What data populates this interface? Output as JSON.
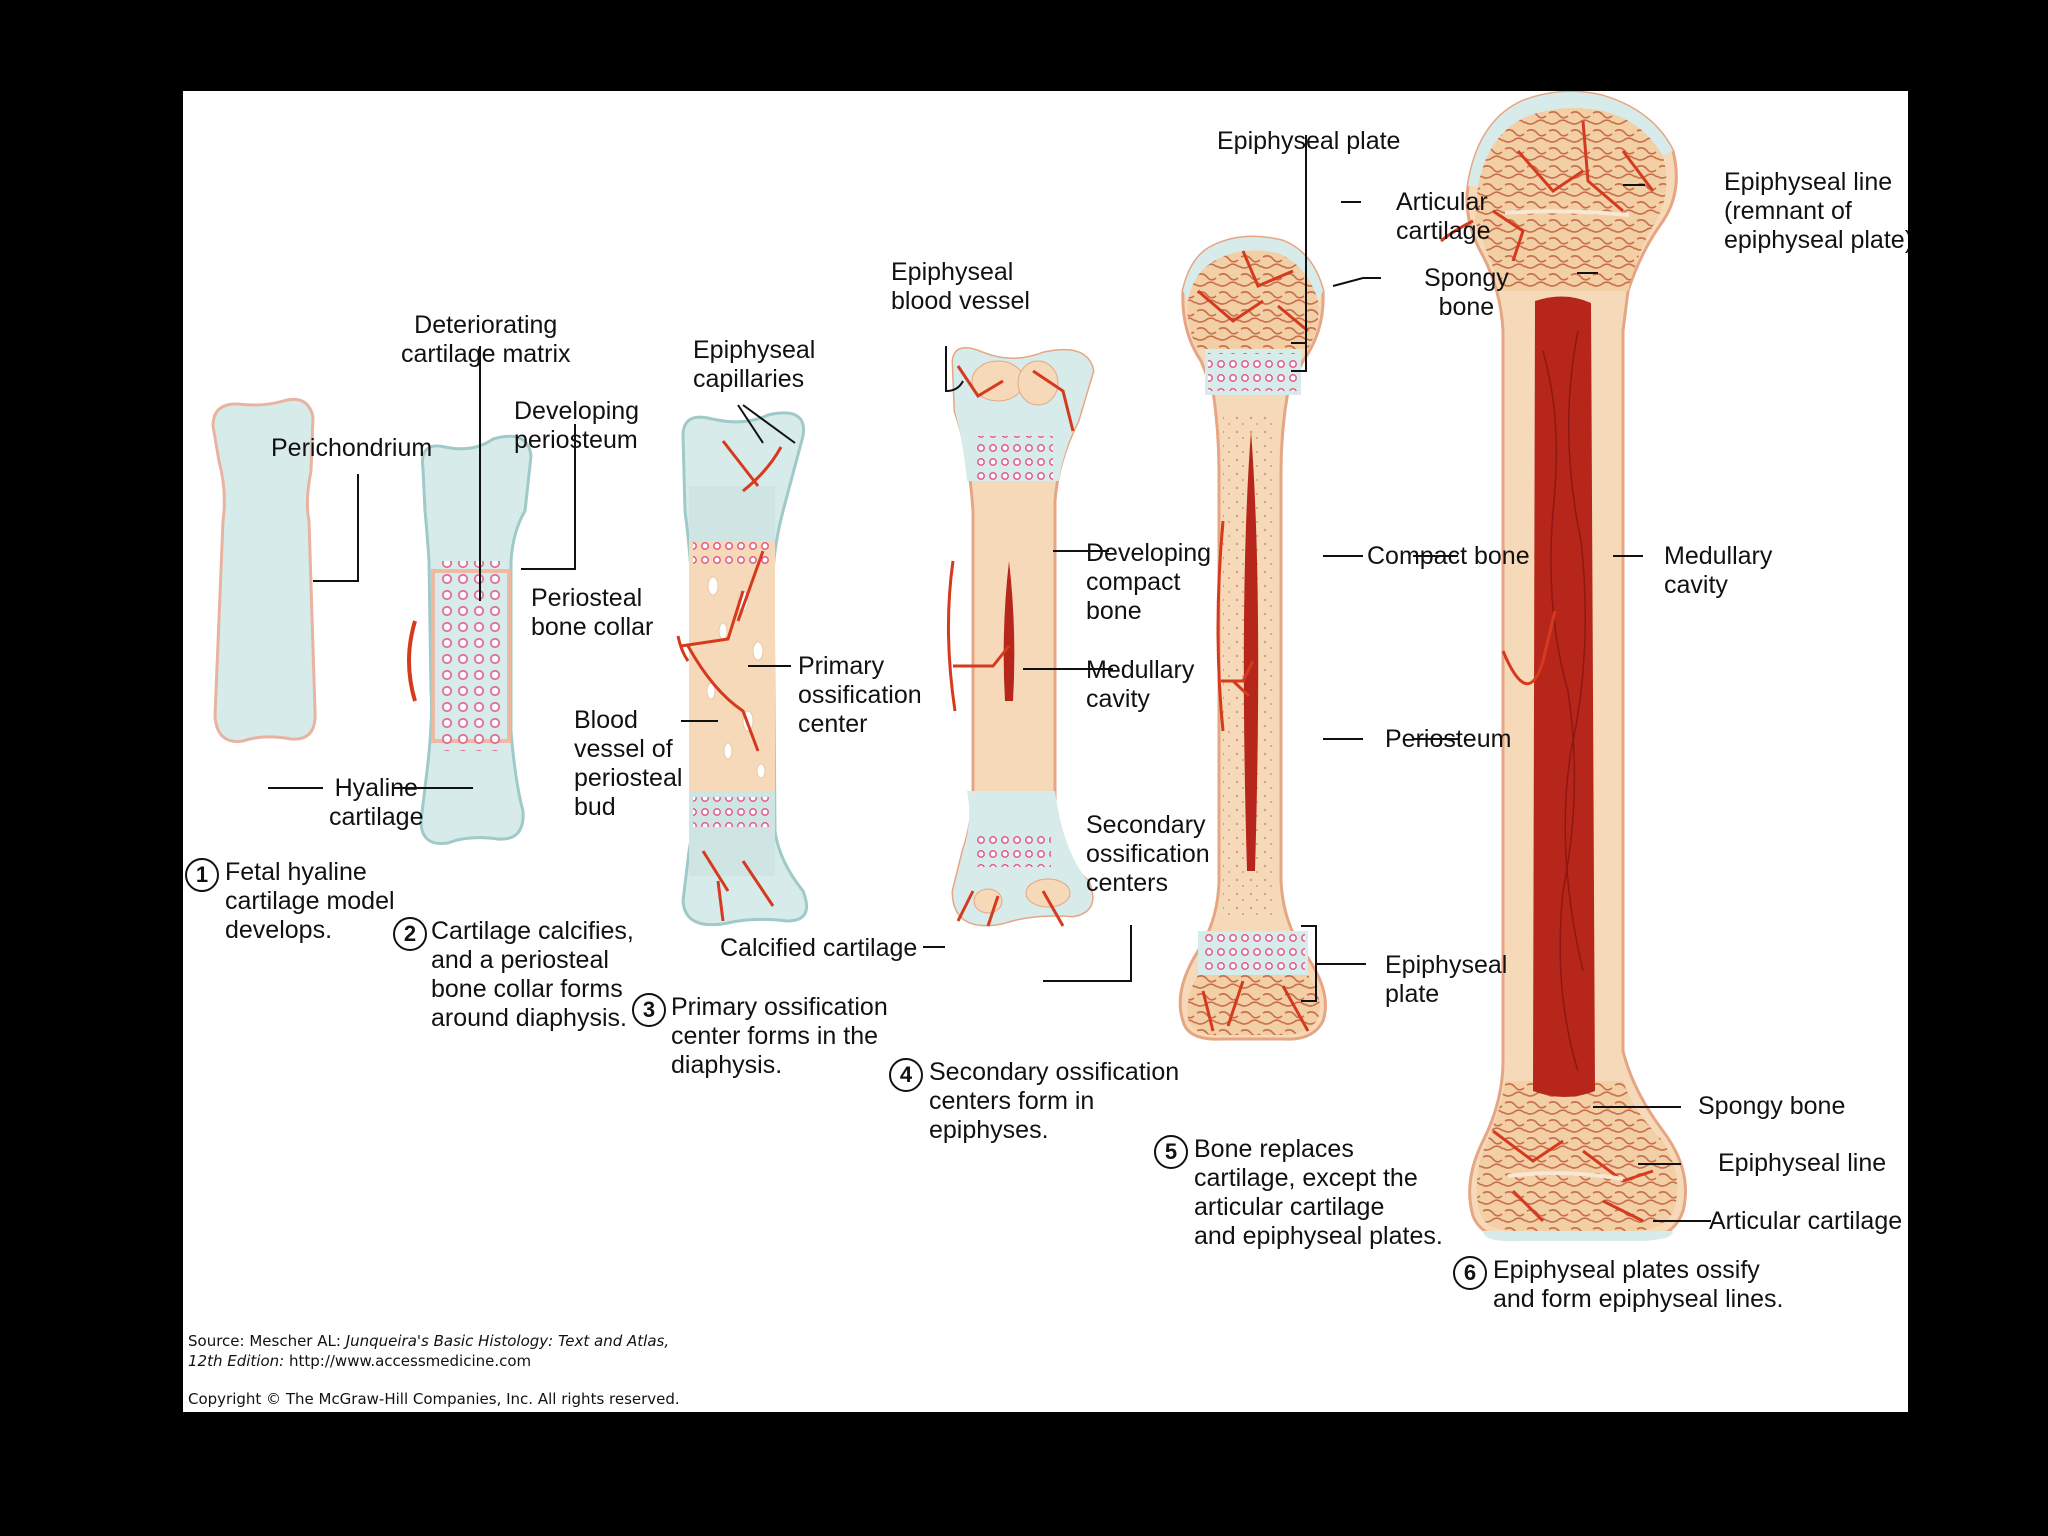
{
  "labels": {
    "perichondrium": "Perichondrium",
    "hyaline_cartilage": "Hyaline\ncartilage",
    "deteriorating_matrix": "Deteriorating\ncartilage matrix",
    "developing_periosteum": "Developing\nperiosteum",
    "periosteal_bone_collar": "Periosteal\nbone collar",
    "epiphyseal_capillaries": "Epiphyseal\ncapillaries",
    "blood_vessel_periosteal_bud": "Blood\nvessel of\nperiosteal\nbud",
    "primary_ossification_center": "Primary\nossification\ncenter",
    "calcified_cartilage": "Calcified cartilage",
    "epiphyseal_blood_vessel": "Epiphyseal\nblood vessel",
    "developing_compact_bone": "Developing\ncompact\nbone",
    "medullary_cavity_4": "Medullary\ncavity",
    "secondary_ossification_centers": "Secondary\nossification\ncenters",
    "epiphyseal_plate_top": "Epiphyseal plate",
    "articular_cartilage_top": "Articular\ncartilage",
    "spongy_bone_top": "Spongy\nbone",
    "compact_bone": "Compact bone",
    "periosteum": "Periosteum",
    "epiphyseal_plate_bottom": "Epiphyseal\nplate",
    "epiphyseal_line_top": "Epiphyseal line\n(remnant of\nepiphyseal plate)",
    "medullary_cavity_6": "Medullary\ncavity",
    "spongy_bone_bottom": "Spongy bone",
    "epiphyseal_line_bottom": "Epiphyseal line",
    "articular_cartilage_bottom": "Articular cartilage"
  },
  "steps": [
    {
      "num": "1",
      "text": "Fetal hyaline\ncartilage model\ndevelops."
    },
    {
      "num": "2",
      "text": "Cartilage calcifies,\nand a periosteal\nbone collar forms\naround diaphysis."
    },
    {
      "num": "3",
      "text": "Primary ossification\ncenter forms in the\ndiaphysis."
    },
    {
      "num": "4",
      "text": "Secondary ossification\ncenters form in\nepiphyses."
    },
    {
      "num": "5",
      "text": "Bone replaces\ncartilage, except the\narticular cartilage\nand epiphyseal plates."
    },
    {
      "num": "6",
      "text": "Epiphyseal plates ossify\nand form epiphyseal lines."
    }
  ],
  "source": {
    "prefix": "Source: Mescher AL: ",
    "book_title": "Junqueira's Basic Histology: Text and Atlas,",
    "edition": "12th Edition:",
    "url": " http://www.accessmedicine.com",
    "copyright": "Copyright © The McGraw-Hill Companies, Inc. All rights reserved."
  },
  "colors": {
    "background": "#000000",
    "panel": "#ffffff",
    "cartilage": "#d6ebea",
    "cartilage_edge": "#9fcac8",
    "bone": "#f6d9b9",
    "bone_edge": "#e6a684",
    "vessel": "#d63a1e",
    "marrow": "#b7261a",
    "cell": "#e05a88"
  }
}
